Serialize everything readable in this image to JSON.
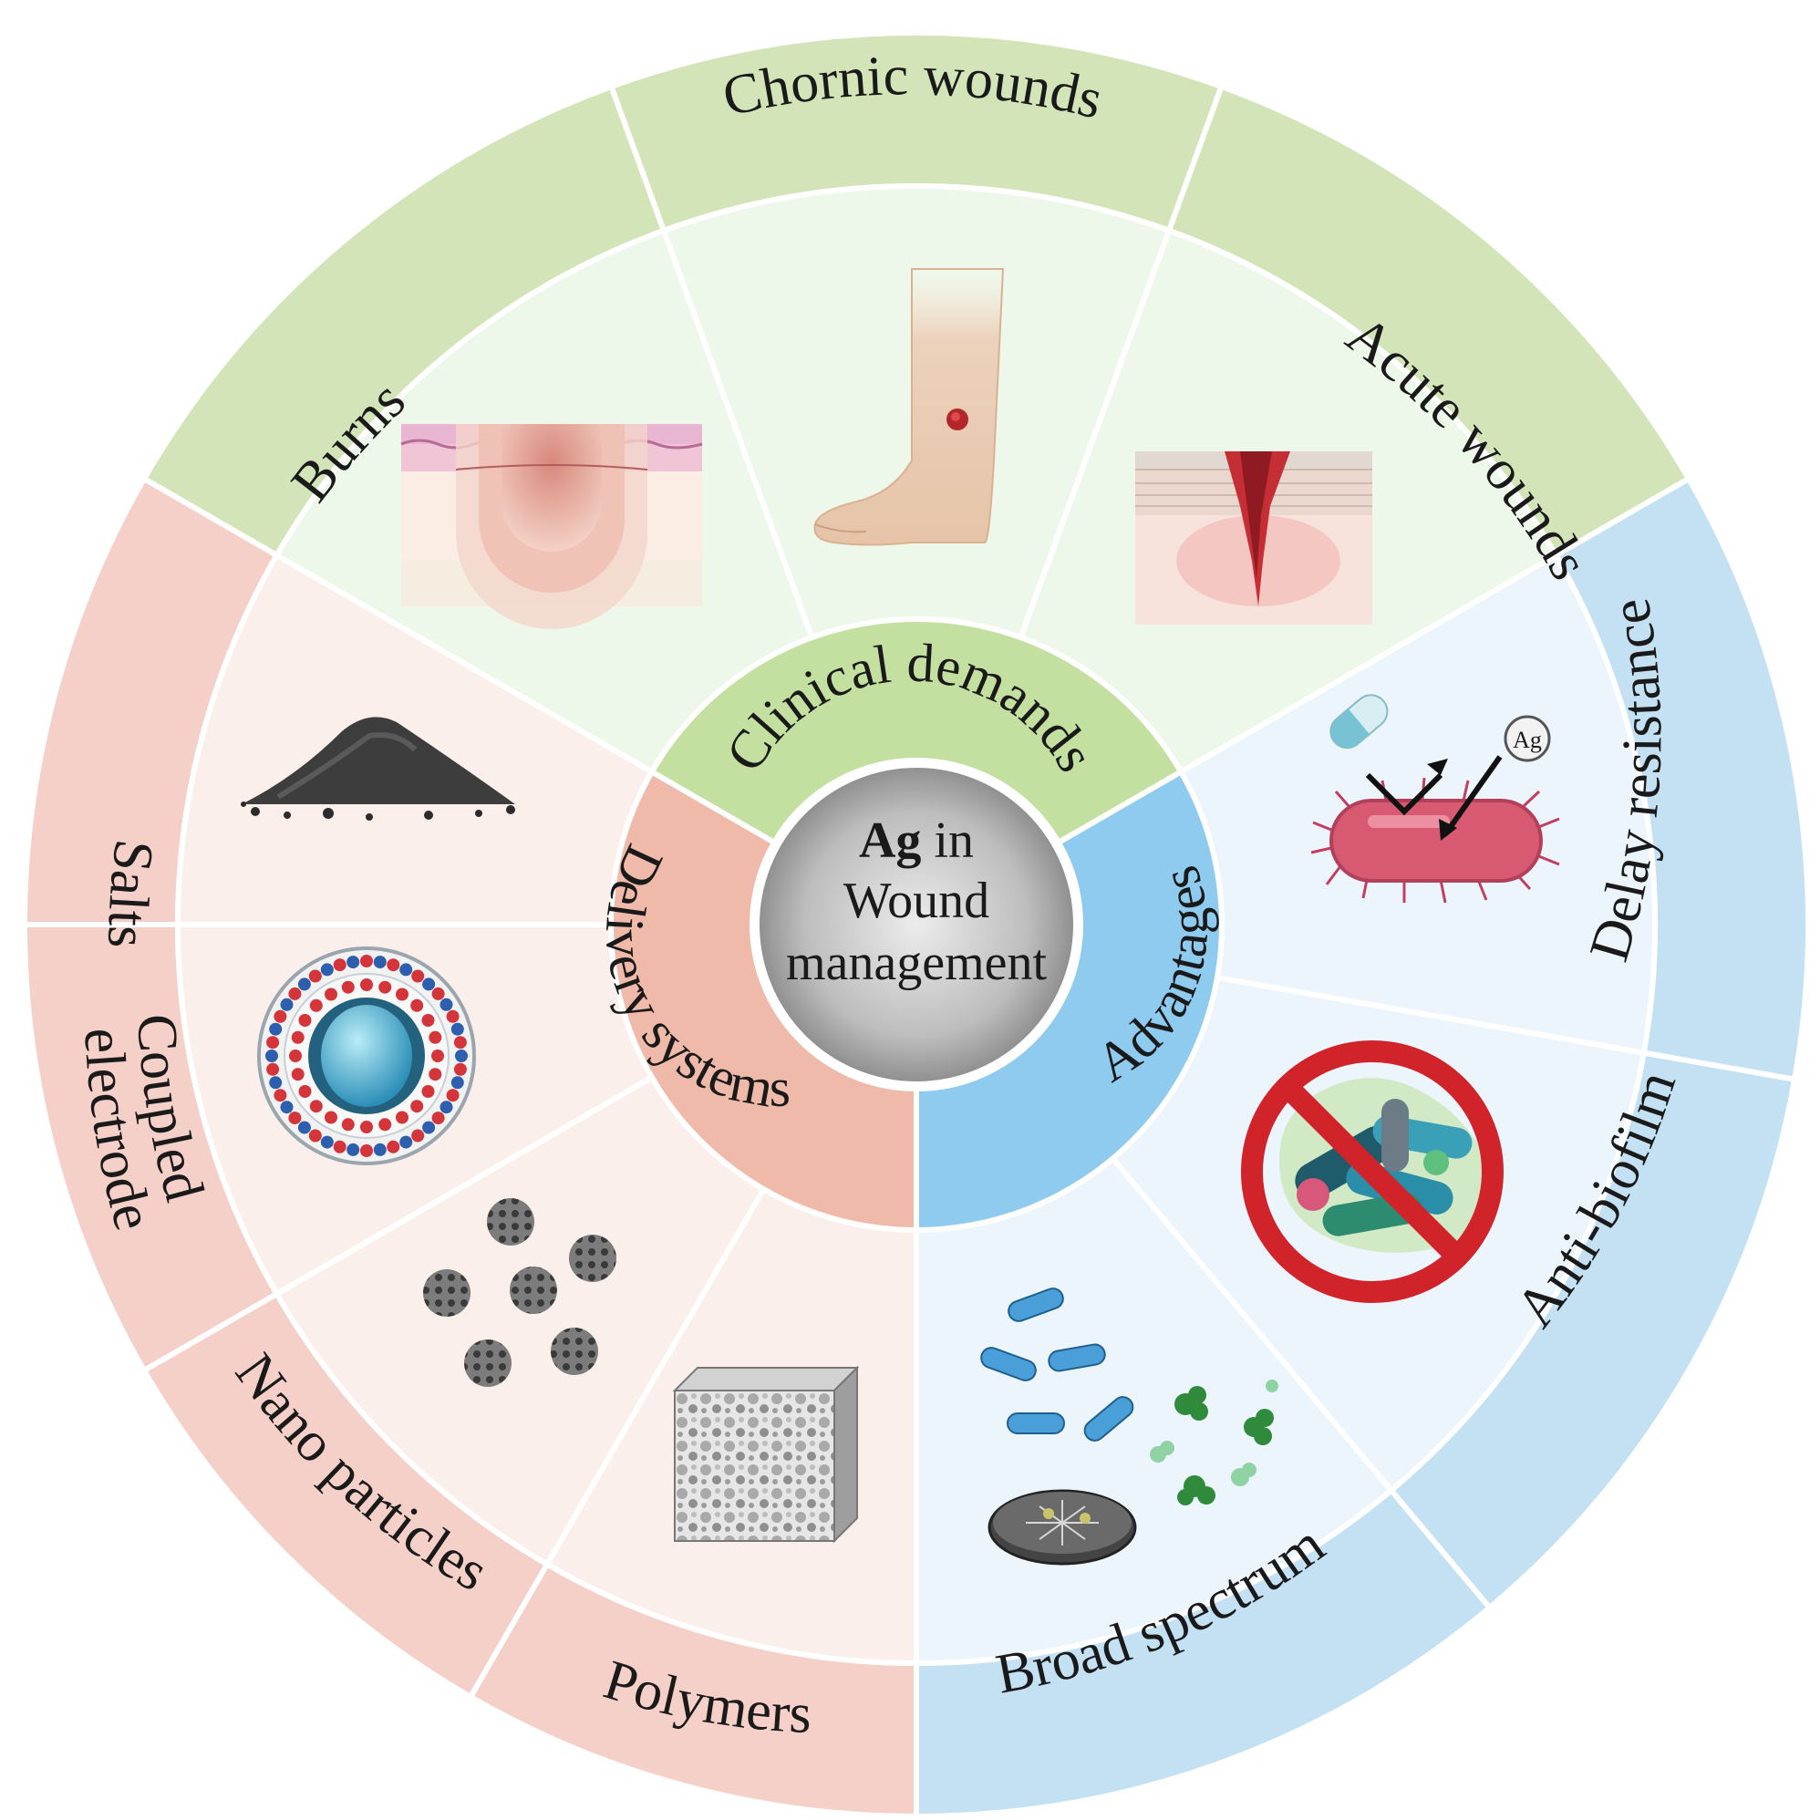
{
  "center": {
    "bold": "Ag",
    "line1_rest": " in",
    "line2": "Wound",
    "line3": "management"
  },
  "categories": [
    {
      "id": "clinical",
      "label": "Clinical demands"
    },
    {
      "id": "advantages",
      "label": "Advantages"
    },
    {
      "id": "delivery",
      "label": "Delivery systems"
    }
  ],
  "items": [
    {
      "id": "burns",
      "label": "Burns",
      "category": "clinical",
      "icon": "burn-skin-icon"
    },
    {
      "id": "chronic",
      "label": "Chornic wounds",
      "category": "clinical",
      "icon": "leg-ulcer-icon"
    },
    {
      "id": "acute",
      "label": "Acute wounds",
      "category": "clinical",
      "icon": "skin-cut-icon"
    },
    {
      "id": "resistance",
      "label": "Delay resistance",
      "category": "advantages",
      "icon": "bacterium-ag-icon"
    },
    {
      "id": "biofilm",
      "label": "Anti-biofilm",
      "category": "advantages",
      "icon": "no-biofilm-icon"
    },
    {
      "id": "spectrum",
      "label": "Broad spectrum",
      "category": "advantages",
      "icon": "microbes-petri-icon"
    },
    {
      "id": "polymers",
      "label": "Polymers",
      "category": "delivery",
      "icon": "porous-block-icon"
    },
    {
      "id": "nano",
      "label": "Nano particles",
      "category": "delivery",
      "icon": "nanoparticles-icon"
    },
    {
      "id": "electrode",
      "label_line1": "Coupled",
      "label_line2": "electrode",
      "category": "delivery",
      "icon": "electrode-cell-icon"
    },
    {
      "id": "salts",
      "label": "Salts",
      "category": "delivery",
      "icon": "powder-pile-icon"
    }
  ],
  "icon_labels": {
    "ag_ion": "Ag"
  },
  "colors": {
    "clinical_outer": "#d3e4b9",
    "clinical_ring": "#c3e0a0",
    "clinical_panel": "#eef8ea",
    "advantages_outer": "#c4e1f4",
    "advantages_ring": "#8fcbef",
    "advantages_panel": "#ecf5fc",
    "delivery_outer": "#f5d0c8",
    "delivery_ring": "#efbaa9",
    "delivery_panel": "#fbefeb",
    "core": "#9b9b9b"
  }
}
